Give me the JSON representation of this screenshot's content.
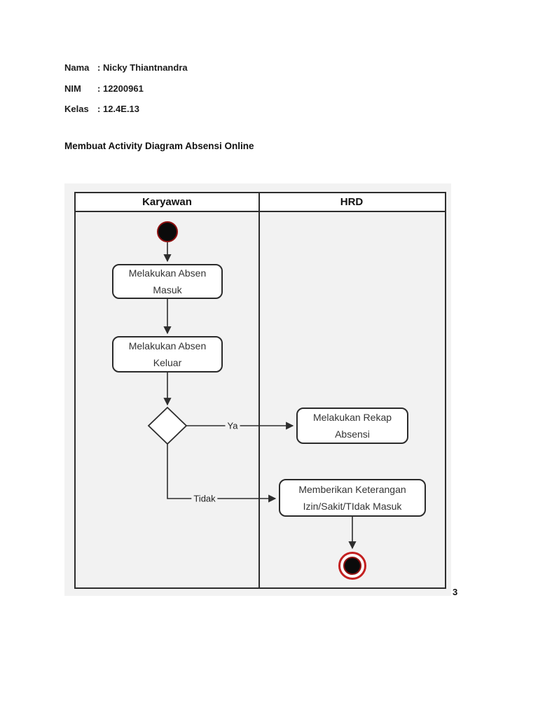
{
  "student": {
    "rows": [
      {
        "label": "Nama",
        "colon": ":",
        "value": "Nicky Thiantnandra"
      },
      {
        "label": "NIM",
        "colon": ":",
        "value": "12200961"
      },
      {
        "label": "Kelas",
        "colon": ":",
        "value": "12.4E.13"
      }
    ],
    "title": "Membuat Activity Diagram Absensi Online"
  },
  "diagram": {
    "type": "uml-activity-diagram",
    "lanes": [
      {
        "title": "Karyawan"
      },
      {
        "title": "HRD"
      }
    ],
    "activities": {
      "absen_masuk": "Melakukan Absen\nMasuk",
      "absen_keluar": "Melakukan Absen\nKeluar",
      "rekap_absensi": "Melakukan Rekap\nAbsensi",
      "keterangan_izin": "Memberikan Keterangan\nIzin/Sakit/TIdak Masuk"
    },
    "edge_labels": {
      "yes": "Ya",
      "no": "Tidak"
    },
    "flow": [
      "start -> Melakukan Absen Masuk",
      "Melakukan Absen Masuk -> Melakukan Absen Keluar",
      "Melakukan Absen Keluar -> decision",
      "decision -Ya-> Melakukan Rekap Absensi",
      "decision -Tidak-> Memberikan Keterangan Izin/Sakit/TIdak Masuk",
      "Memberikan Keterangan Izin/Sakit/TIdak Masuk -> end"
    ],
    "colors": {
      "canvas_bg": "#f2f2f2",
      "header_bg": "#ffffff",
      "line": "#2d2d2d",
      "box_border": "#2b2b2b",
      "box_fill": "#ffffff",
      "box_text": "#333333",
      "node_fill": "#0b0b0b",
      "start_ring": "#8f1111",
      "end_ring": "#c42020"
    }
  },
  "page": {
    "number": "3"
  }
}
